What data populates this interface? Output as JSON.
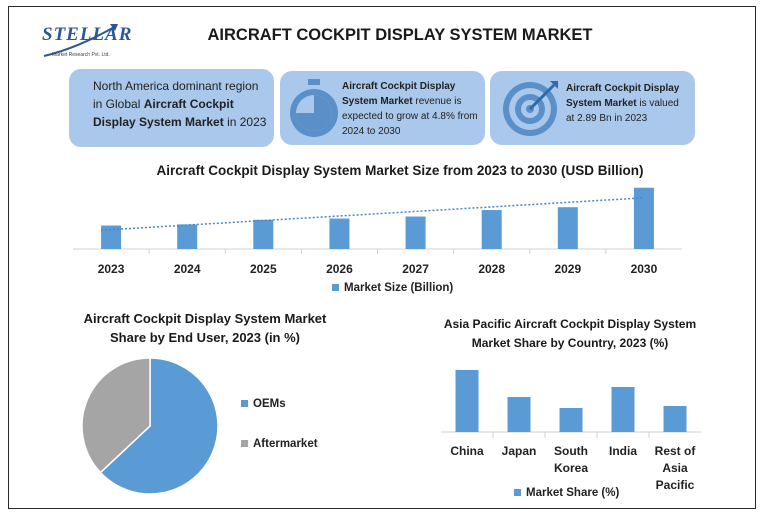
{
  "brand": {
    "name": "STELLAR",
    "tagline": "Market Research Pvt. Ltd."
  },
  "title": "AIRCRAFT COCKPIT DISPLAY SYSTEM MARKET",
  "cards": {
    "card1": {
      "p1": "North America dominant region in Global ",
      "b1": "Aircraft Cockpit Display System Market",
      "p2": " in 2023"
    },
    "card2": {
      "b1": "Aircraft Cockpit Display System Market",
      "p1": " revenue is expected to grow at 4.8% from 2024 to 2030"
    },
    "card3": {
      "b1": "Aircraft Cockpit Display System Market",
      "p1": " is valued at 2.89 Bn in 2023"
    }
  },
  "colors": {
    "bar": "#5b9bd5",
    "pie_gray": "#a5a5a5",
    "card_bg": "#a9c8ec",
    "brand": "#2b5797"
  },
  "icons": {
    "card2": "stopwatch-icon",
    "card3": "target-icon"
  },
  "chart_data": [
    {
      "type": "bar",
      "title": "Aircraft Cockpit Display System Market Size from 2023 to 2030 (USD Billion)",
      "categories": [
        "2023",
        "2024",
        "2025",
        "2026",
        "2027",
        "2028",
        "2029",
        "2030"
      ],
      "series": [
        {
          "name": "Market Size (Billion)",
          "values": [
            2.89,
            3.03,
            3.6,
            3.75,
            4.0,
            4.8,
            5.15,
            7.55
          ]
        }
      ],
      "trendline": "linear dotted",
      "ylim": [
        0,
        8.5
      ],
      "axis_values_shown": false,
      "legend": "bottom"
    },
    {
      "type": "pie",
      "title": "Aircraft Cockpit Display System Market Share by End User, 2023 (in %)",
      "labels": [
        "OEMs",
        "Aftermarket"
      ],
      "values": [
        63,
        37
      ],
      "legend": "right"
    },
    {
      "type": "bar",
      "title": "Asia Pacific Aircraft Cockpit Display System Market Share by Country, 2023 (%)",
      "categories": [
        "China",
        "Japan",
        "South Korea",
        "India",
        "Rest of Asia Pacific"
      ],
      "category_lines": [
        [
          "China"
        ],
        [
          "Japan"
        ],
        [
          "South",
          "Korea"
        ],
        [
          "India"
        ],
        [
          "Rest of",
          "Asia",
          "Pacific"
        ]
      ],
      "series": [
        {
          "name": "Market Share (%)",
          "values": [
            31,
            17.5,
            12,
            22.5,
            13
          ]
        }
      ],
      "ylim": [
        0,
        35
      ],
      "legend": "bottom"
    }
  ]
}
